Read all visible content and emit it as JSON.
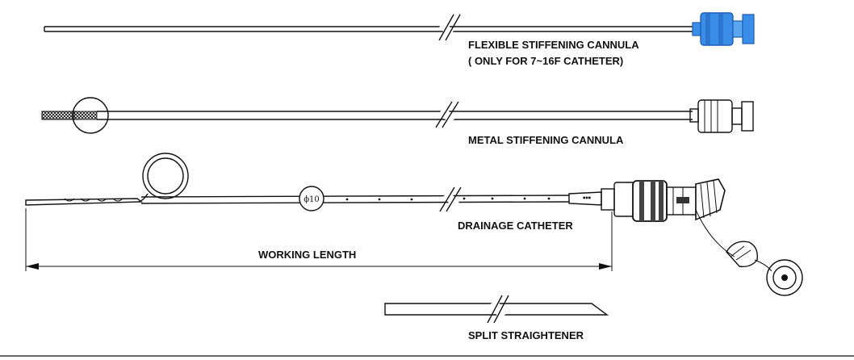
{
  "labels": {
    "flexible_cannula_line1": "FLEXIBLE STIFFENING CANNULA",
    "flexible_cannula_line2": "( ONLY FOR 7~16F CATHETER)",
    "metal_cannula": "METAL STIFFENING CANNULA",
    "drainage_catheter": "DRAINAGE CATHETER",
    "working_length": "WORKING LENGTH",
    "split_straightener": "SPLIT STRAIGHTENER",
    "size_marker": "ϕ10"
  },
  "colors": {
    "line": "#111111",
    "hub_blue": "#3a8ee8",
    "hub_blue_dark": "#1c5fb8",
    "background": "#ffffff"
  }
}
